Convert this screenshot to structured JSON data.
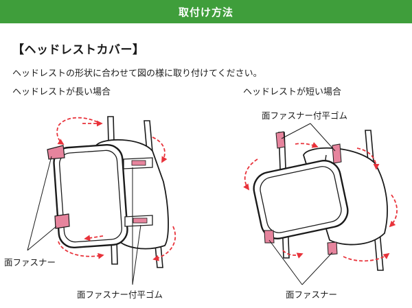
{
  "header": {
    "title": "取付け方法"
  },
  "section": {
    "title": "【ヘッドレストカバー】"
  },
  "instruction": "ヘッドレストの形状に合わせて図の様に取り付けてください。",
  "cases": {
    "long": {
      "label": "ヘッドレストが長い場合"
    },
    "short": {
      "label": "ヘッドレストが短い場合"
    }
  },
  "callouts": {
    "fastener": "面ファスナー",
    "elastic_fastener": "面ファスナー付平ゴム"
  },
  "colors": {
    "header_bg": "#3f9e3b",
    "arrow": "#e8323a",
    "strap_pink": "#e6849d",
    "outline": "#1a1a1a"
  }
}
